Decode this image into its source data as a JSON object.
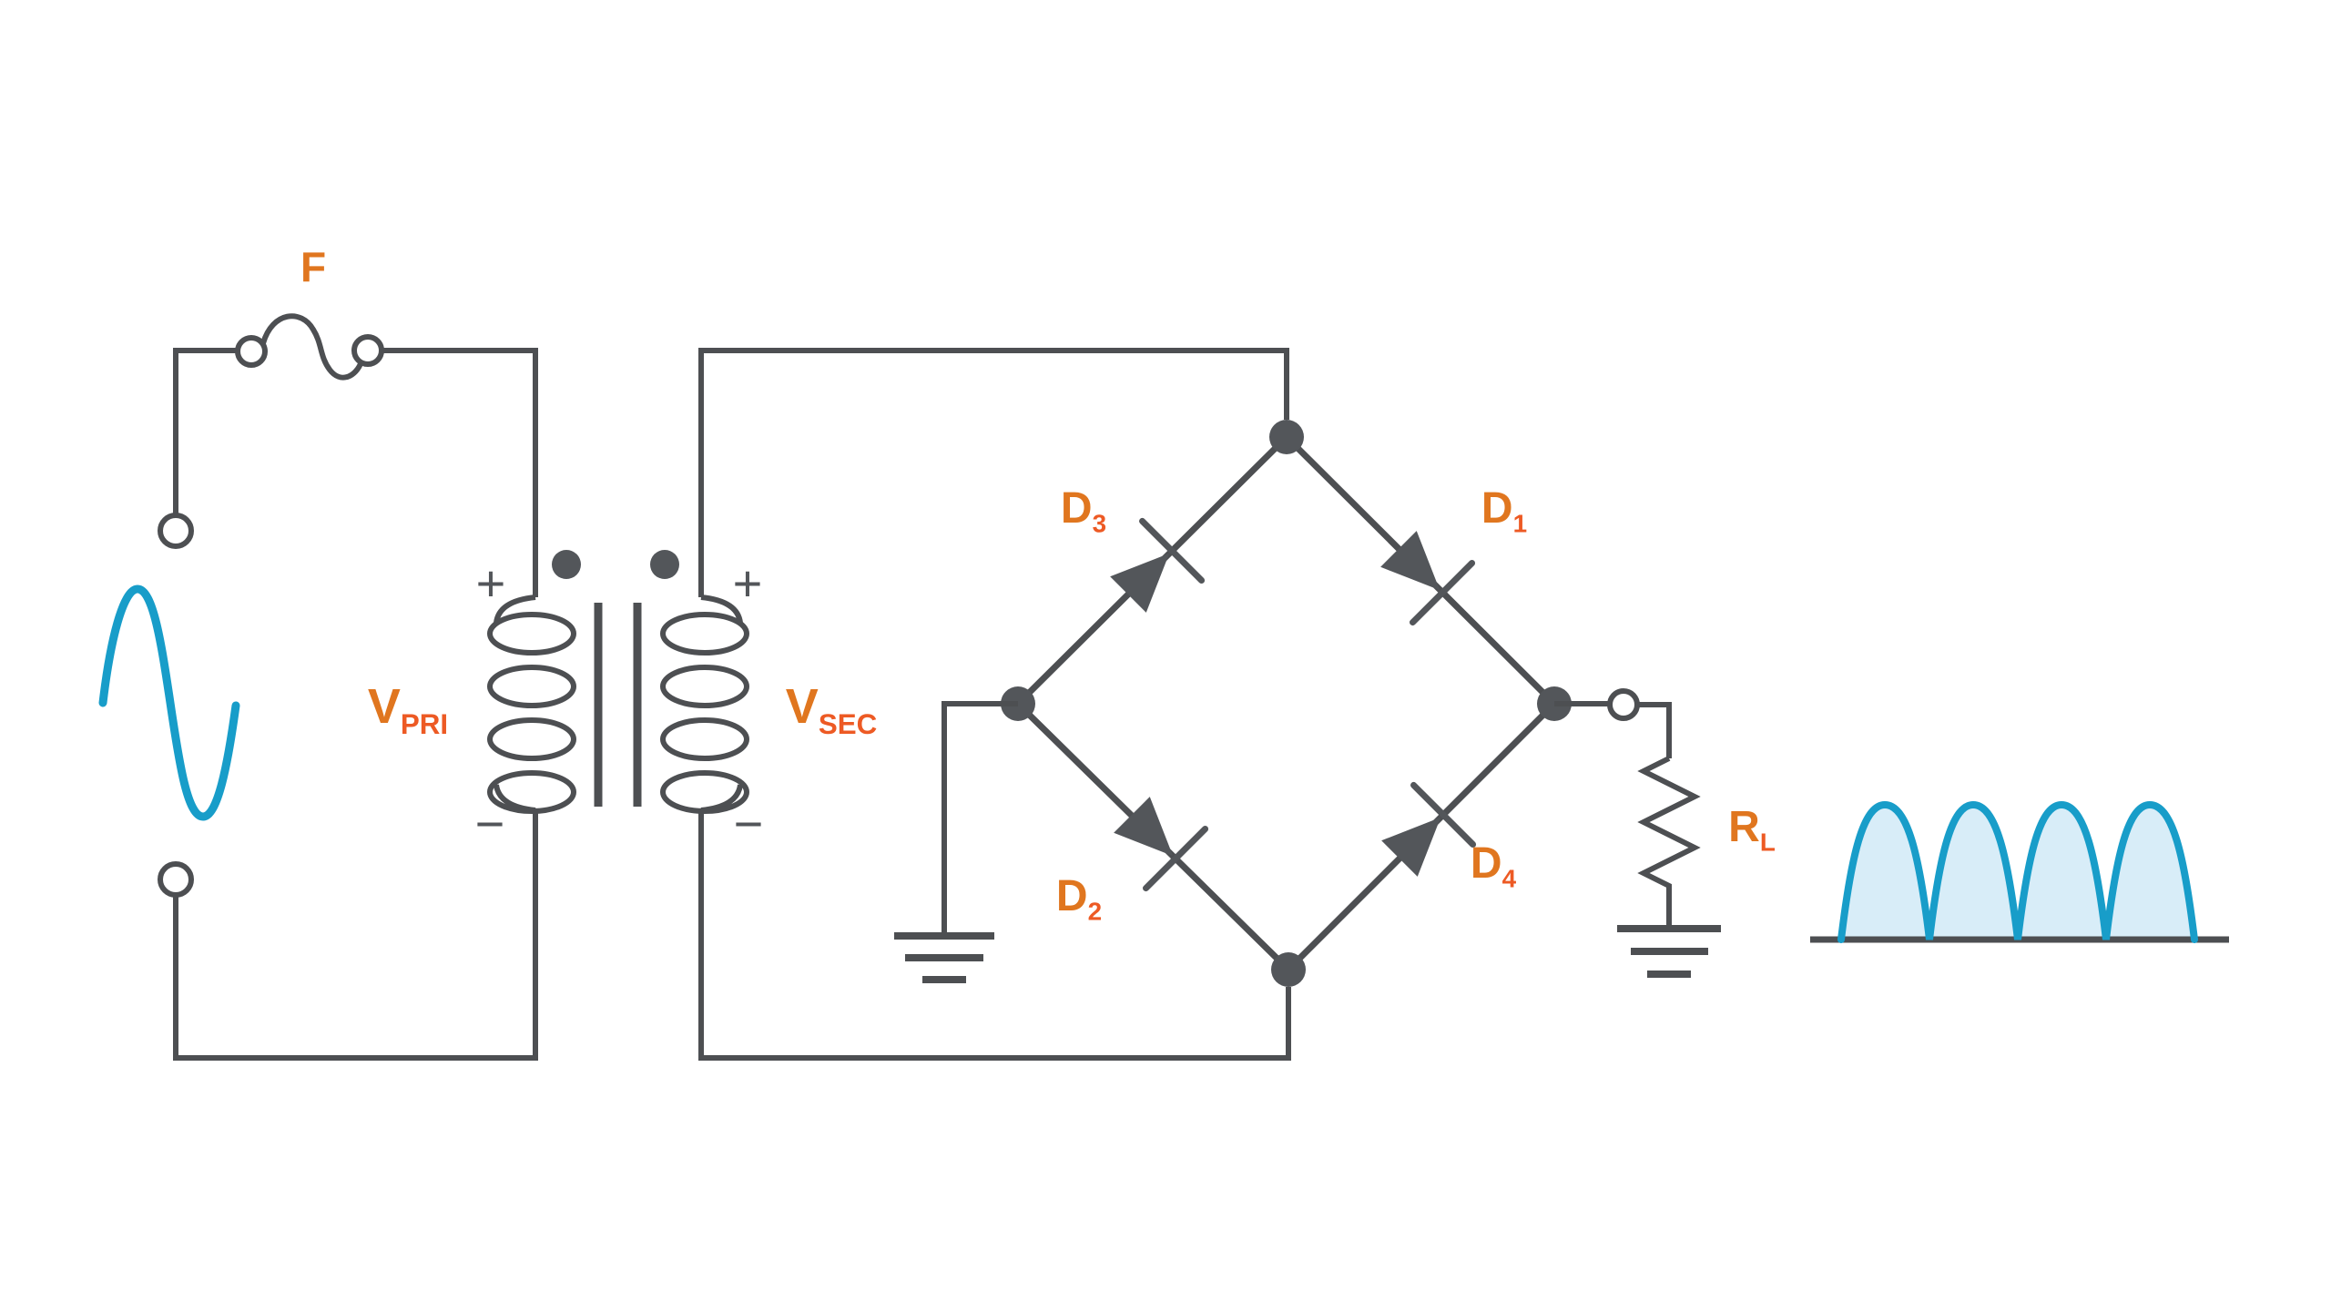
{
  "diagram_title": "full-wave-bridge-rectifier-circuit",
  "colors": {
    "background": "#ffffff",
    "wire": "#4d4f52",
    "component": "#53565a",
    "orange": "#e0761f",
    "orange_sub": "#ed5a24",
    "wave_stroke": "#189dc9",
    "wave_fill": "#d8edf8"
  },
  "labels": {
    "fuse": "F",
    "v_pri": {
      "main": "V",
      "sub": "PRI"
    },
    "v_sec": {
      "main": "V",
      "sub": "SEC"
    },
    "d1": {
      "main": "D",
      "sub": "1"
    },
    "d2": {
      "main": "D",
      "sub": "2"
    },
    "d3": {
      "main": "D",
      "sub": "3"
    },
    "d4": {
      "main": "D",
      "sub": "4"
    },
    "r_load": {
      "main": "R",
      "sub": "L"
    },
    "primary_plus": "+",
    "primary_minus": "−",
    "secondary_plus": "+",
    "secondary_minus": "−"
  }
}
